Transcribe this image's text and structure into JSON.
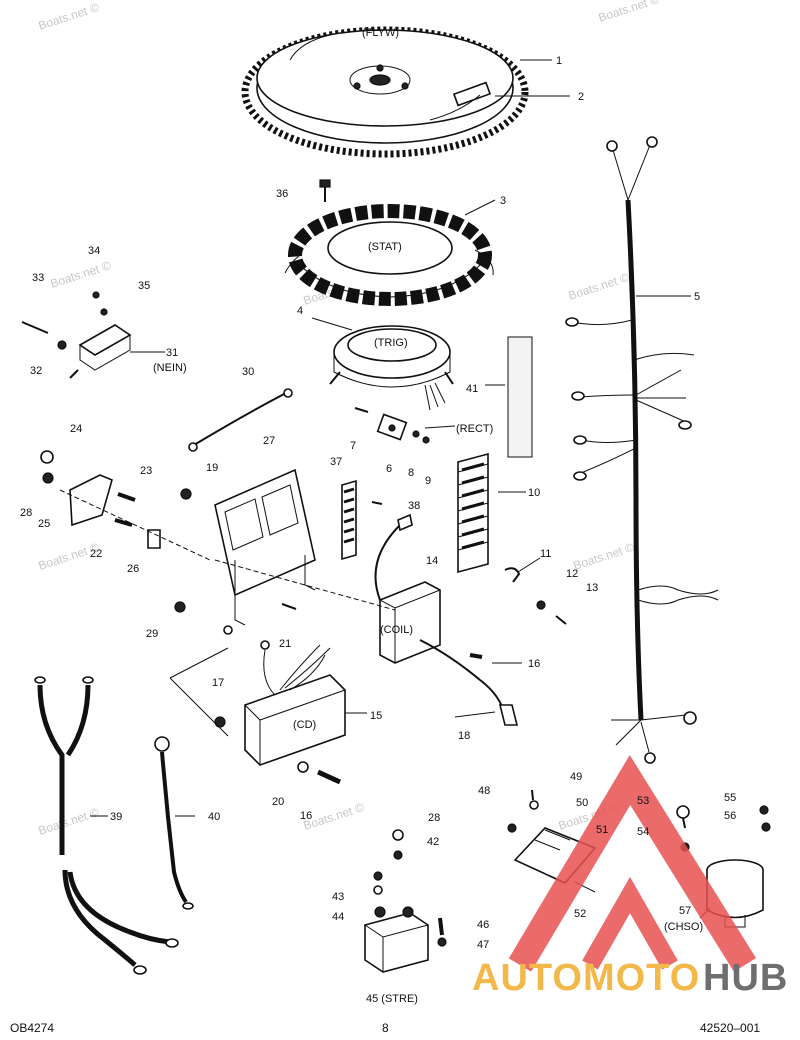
{
  "watermark": "Boats.net ©",
  "component_tags": {
    "flyw": "(FLYW)",
    "stat": "(STAT)",
    "trig": "(TRIG)",
    "rect": "(RECT)",
    "nein": "(NEIN)",
    "coil": "(COIL)",
    "cd": "(CD)",
    "chso": "(CHSO)",
    "stre": "45 (STRE)"
  },
  "callouts": [
    "1",
    "2",
    "3",
    "4",
    "5",
    "6",
    "7",
    "8",
    "9",
    "10",
    "11",
    "12",
    "13",
    "14",
    "15",
    "16",
    "16",
    "17",
    "18",
    "19",
    "20",
    "21",
    "22",
    "23",
    "24",
    "25",
    "26",
    "27",
    "28",
    "28",
    "29",
    "30",
    "31",
    "32",
    "33",
    "34",
    "35",
    "36",
    "37",
    "38",
    "39",
    "40",
    "41",
    "42",
    "43",
    "44",
    "46",
    "47",
    "48",
    "49",
    "50",
    "51",
    "52",
    "53",
    "54",
    "55",
    "56",
    "57"
  ],
  "footer": {
    "left": "OB4274",
    "center": "8",
    "right": "42520–001"
  },
  "logo": {
    "part1": "AUTOMOTO",
    "part2": "HUB",
    "color1": "#f2b84a",
    "color2": "#6e6e6e",
    "triangle_color": "#e85050"
  }
}
